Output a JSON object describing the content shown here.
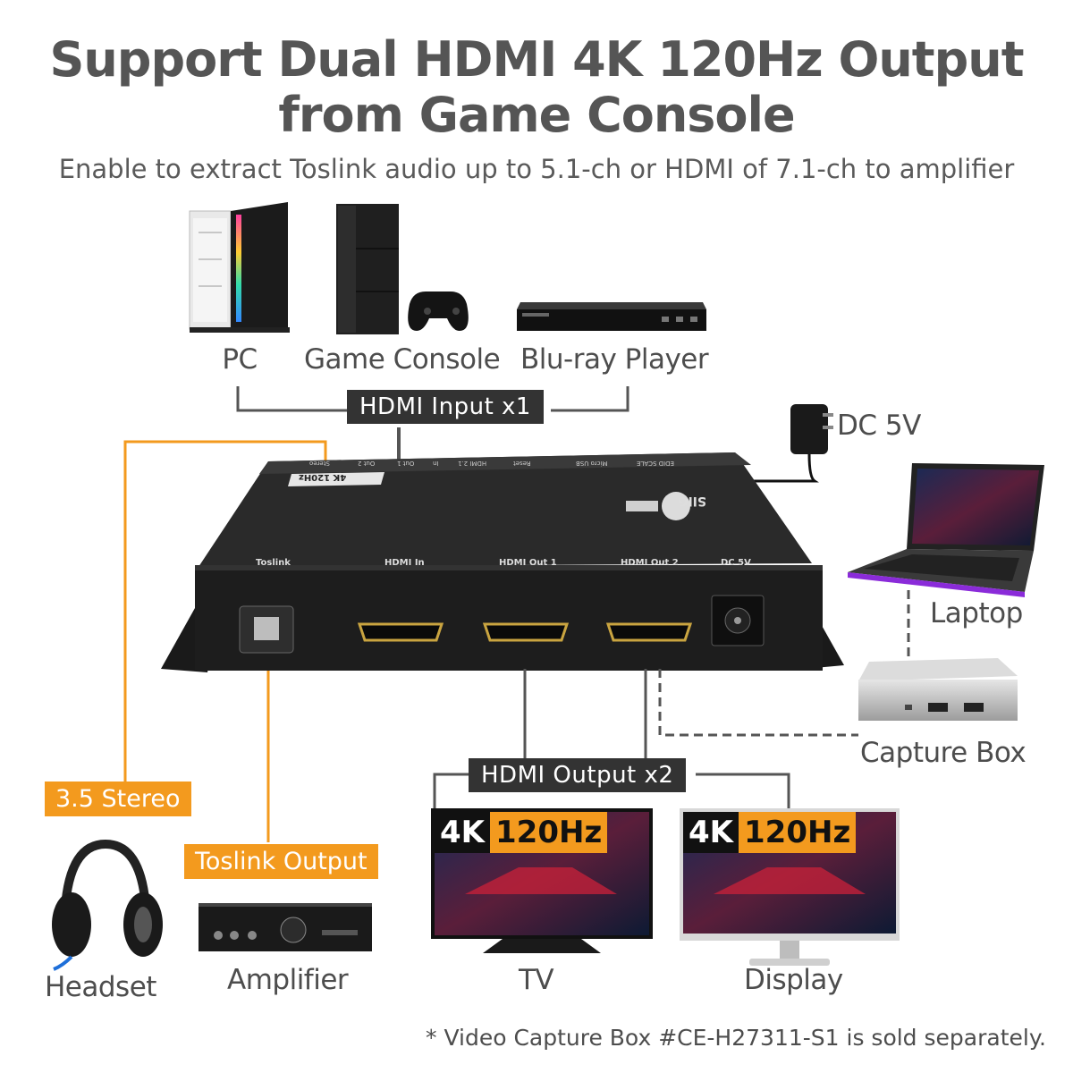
{
  "header": {
    "title_line1": "Support Dual HDMI 4K 120Hz Output",
    "title_line2": "from Game Console",
    "subtitle": "Enable to extract Toslink audio up to 5.1-ch or HDMI of 7.1-ch to amplifier"
  },
  "sources": {
    "pc": "PC",
    "game_console": "Game Console",
    "bluray": "Blu-ray Player"
  },
  "tags": {
    "hdmi_input": "HDMI Input x1",
    "hdmi_output": "HDMI Output x2",
    "stereo": "3.5 Stereo",
    "toslink": "Toslink Output"
  },
  "power": "DC 5V",
  "device": {
    "brand": "SIIG",
    "port_labels": [
      "Toslink",
      "HDMI In",
      "HDMI Out 1",
      "HDMI Out 2",
      "DC 5V"
    ],
    "rear_labels": [
      "Stereo",
      "Out 2",
      "Out 1",
      "In",
      "HDMI 2.1",
      "Reset",
      "Micro USB",
      "EDID SCALE"
    ],
    "badge": "4K 120Hz"
  },
  "outputs": {
    "laptop": "Laptop",
    "capture_box": "Capture Box",
    "tv": "TV",
    "display": "Display",
    "headset": "Headset",
    "amplifier": "Amplifier"
  },
  "badges": {
    "tv": {
      "left": "4K",
      "right": "120Hz"
    },
    "display": {
      "left": "4K",
      "right": "120Hz"
    }
  },
  "footnote": "* Video Capture Box #CE-H27311-S1 is sold separately.",
  "colors": {
    "accent": "#f39a1e",
    "tag_bg": "#333333",
    "title": "#555555"
  }
}
